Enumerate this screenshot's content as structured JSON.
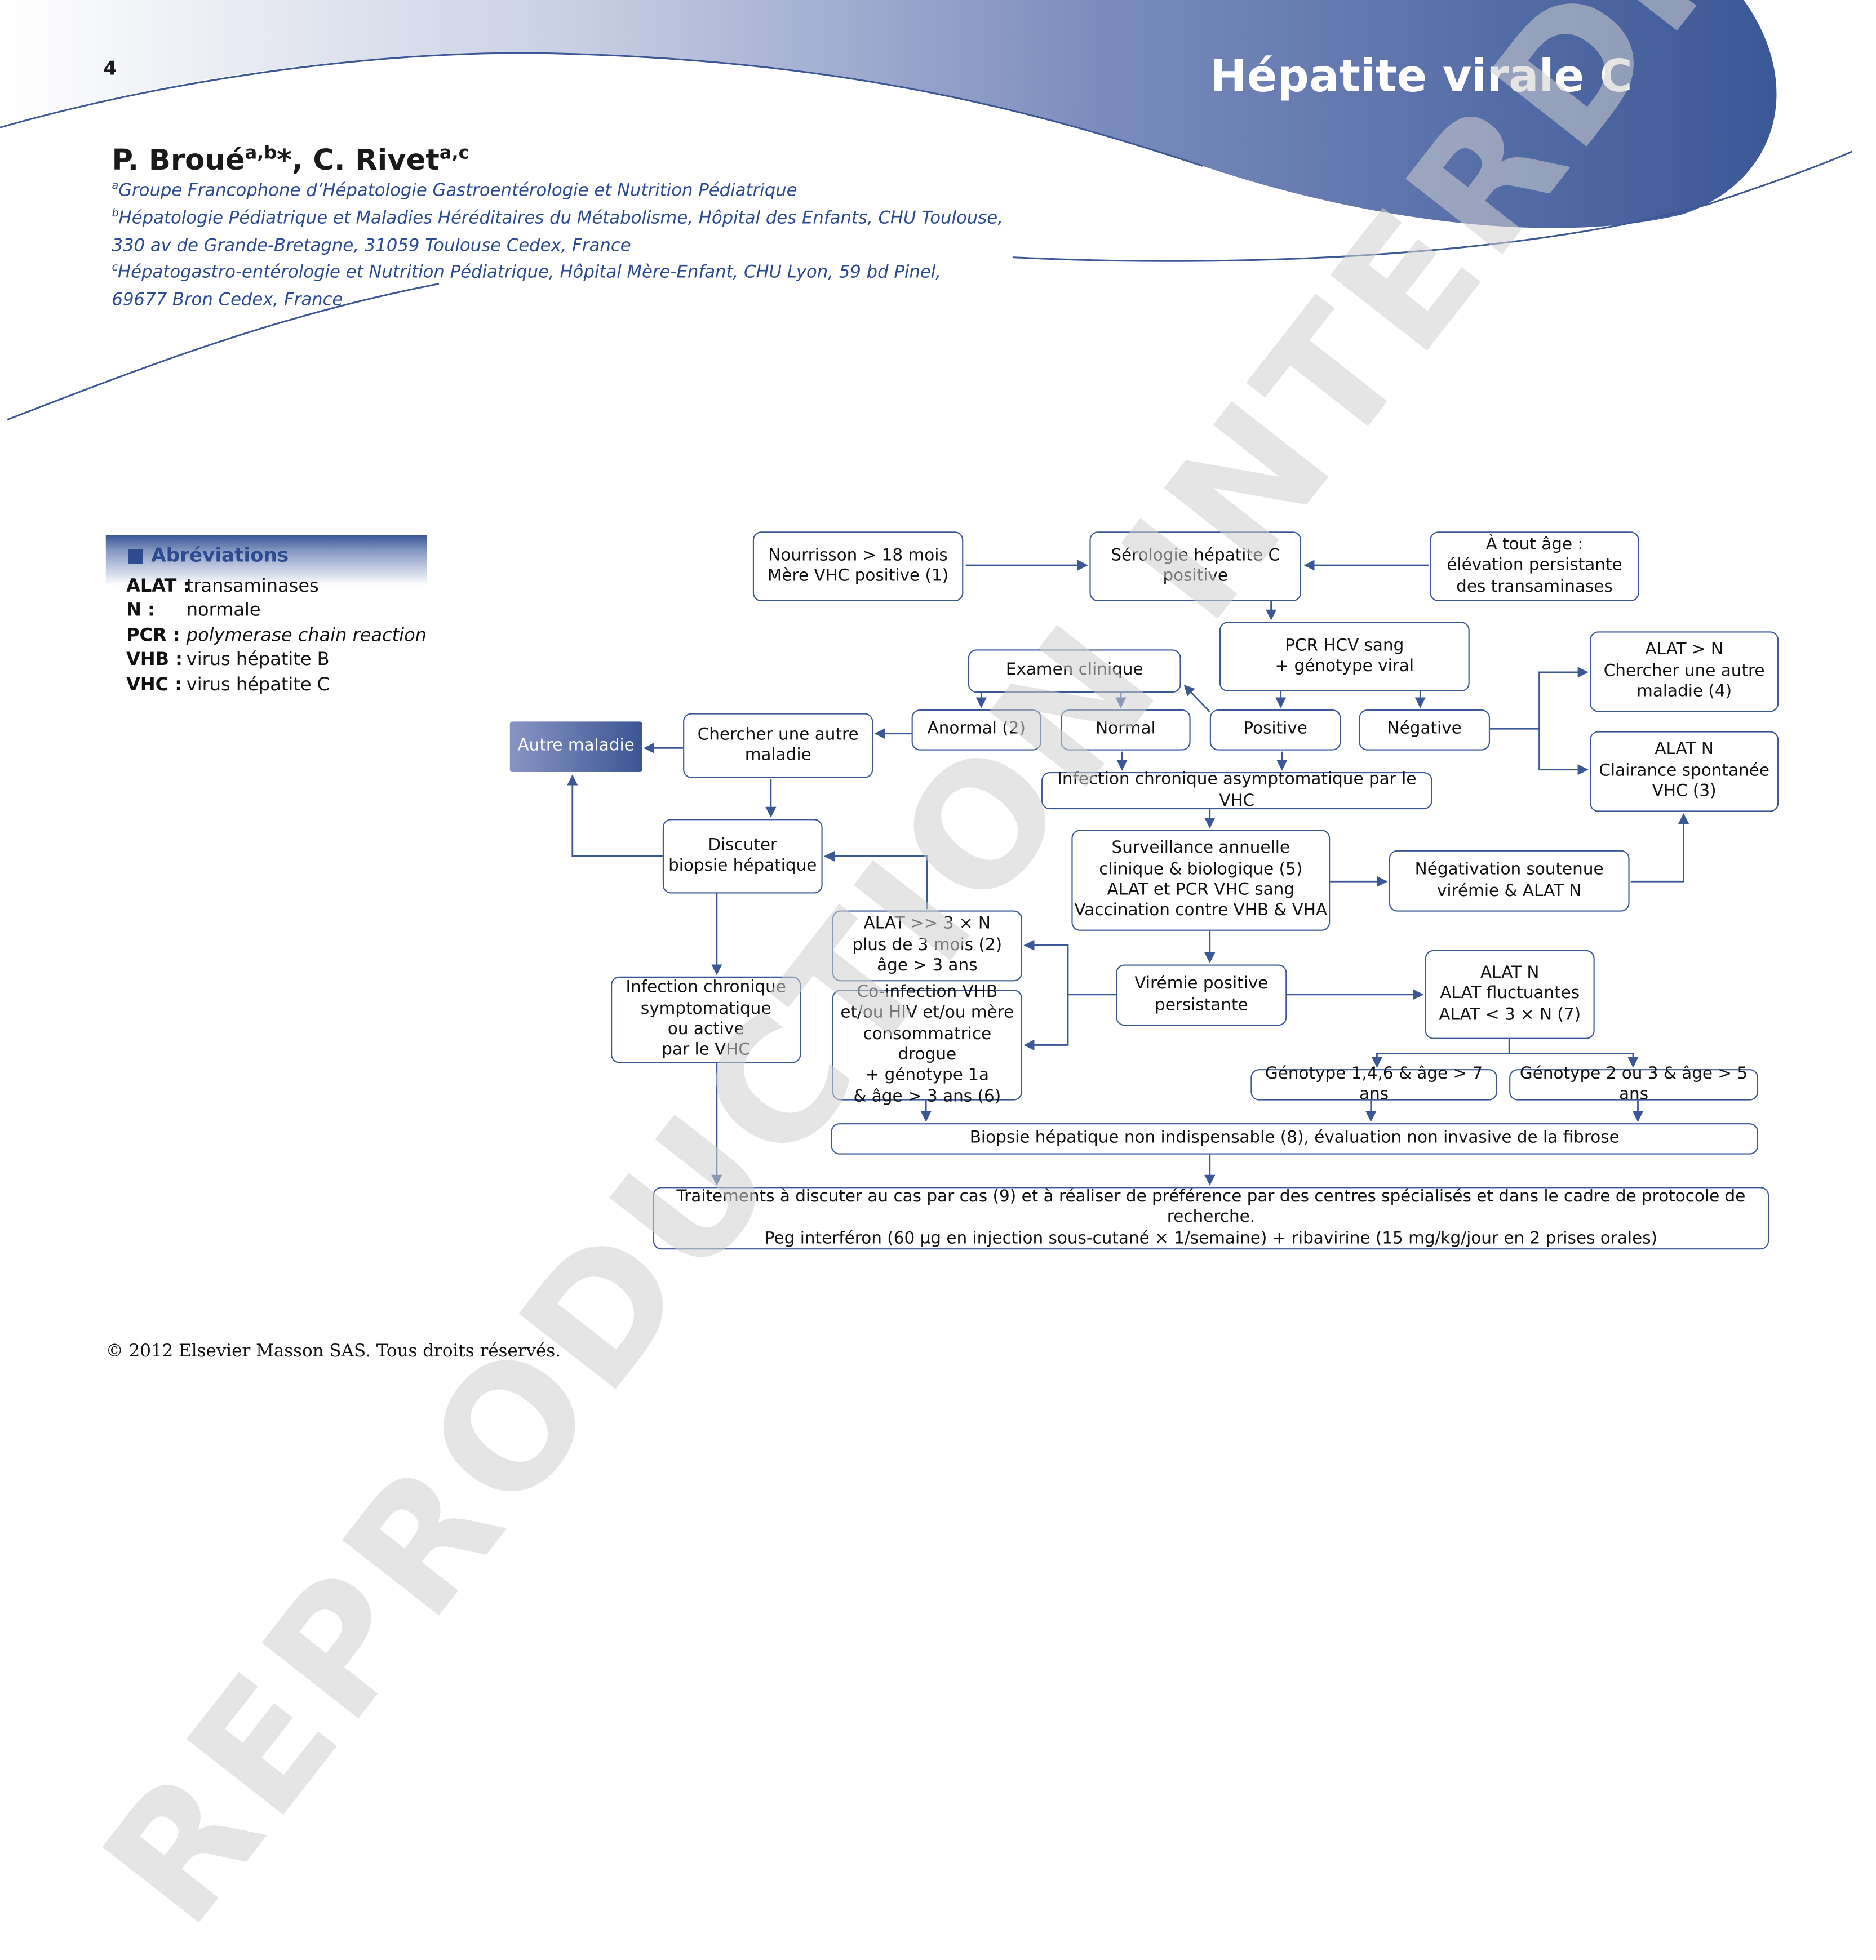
{
  "page_number": "4",
  "title": "Hépatite virale C",
  "authors": {
    "a1_name": "P. Broué",
    "a1_sup": "a,b",
    "a1_star": "*",
    "sep": ", ",
    "a2_name": "C. Rivet",
    "a2_sup": "a,c"
  },
  "affiliations": [
    {
      "sup": "a",
      "text": "Groupe Francophone d’Hépatologie Gastroentérologie et Nutrition Pédiatrique"
    },
    {
      "sup": "b",
      "text": "Hépatologie Pédiatrique et Maladies Héréditaires du Métabolisme, Hôpital des Enfants, CHU Toulouse,"
    },
    {
      "sup": "",
      "text": "330 av de Grande-Bretagne, 31059 Toulouse Cedex, France"
    },
    {
      "sup": "c",
      "text": "Hépatogastro-entérologie et Nutrition Pédiatrique, Hôpital Mère-Enfant, CHU Lyon, 59 bd Pinel,"
    },
    {
      "sup": "",
      "text": "69677 Bron Cedex, France"
    }
  ],
  "abbreviations": {
    "title": "Abréviations",
    "items": [
      {
        "abbr": "ALAT :",
        "meaning": "transaminases"
      },
      {
        "abbr": "N :",
        "meaning": "normale"
      },
      {
        "abbr": "PCR :",
        "meaning": "polymerase chain reaction"
      },
      {
        "abbr": "VHB :",
        "meaning": "virus hépatite B"
      },
      {
        "abbr": "VHC :",
        "meaning": "virus hépatite C"
      }
    ]
  },
  "flowchart": {
    "nourrisson": "Nourrisson > 18 mois\nMère VHC positive (1)",
    "serologie": "Sérologie hépatite C\npositive",
    "tout_age": "À tout âge :\nélévation persistante\ndes transaminases",
    "pcr": "PCR HCV sang\n+ génotype viral",
    "examen": "Examen clinique",
    "alat_sup": "ALAT > N\nChercher une autre\nmaladie (4)",
    "autre_maladie": "Autre maladie",
    "chercher": "Chercher une autre\nmaladie",
    "anormal": "Anormal (2)",
    "normal": "Normal",
    "positive": "Positive",
    "negative": "Négative",
    "clairance": "ALAT N\nClairance spontanée\nVHC (3)",
    "infection_asympt": "Infection chronique asymptomatique par le VHC",
    "discuter": "Discuter\nbiopsie hépatique",
    "surveillance": "Surveillance annuelle\nclinique & biologique (5)\nALAT et PCR VHC sang\nVaccination contre VHB & VHA",
    "negativation": "Négativation soutenue\nvirémie & ALAT N",
    "alat3n": "ALAT >> 3 × N\nplus de 3 mois (2)\nâge > 3 ans",
    "infection_sympt": "Infection chronique\nsymptomatique\nou active\npar le VHC",
    "viremie": "Virémie positive\npersistante",
    "alat_fluct": "ALAT N\nALAT fluctuantes\nALAT < 3 × N (7)",
    "coinfection": "Co-infection VHB\net/ou HIV et/ou mère\nconsommatrice drogue\n+ génotype 1a\n& âge > 3 ans (6)",
    "genotype146": "Génotype 1,4,6 & âge > 7 ans",
    "genotype23": "Génotype 2 ou 3 & âge > 5 ans",
    "biopsie": "Biopsie hépatique non indispensable (8), évaluation non invasive de la fibrose",
    "traitements": "Traitements à discuter au cas par cas (9) et à réaliser de préférence par des centres spécialisés et dans le cadre de protocole de recherche.\nPeg interféron (60 µg en injection sous-cutané  × 1/semaine) + ribavirine (15 mg/kg/jour en 2 prises orales)"
  },
  "copyright": "© 2012 Elsevier Masson SAS. Tous droits réservés.",
  "watermark": "REPRODUCTION INTERDITE",
  "colors": {
    "brand_blue": "#3b5796",
    "text_blue": "#2c4a92",
    "watermark_gray": "#cfcfcf"
  }
}
